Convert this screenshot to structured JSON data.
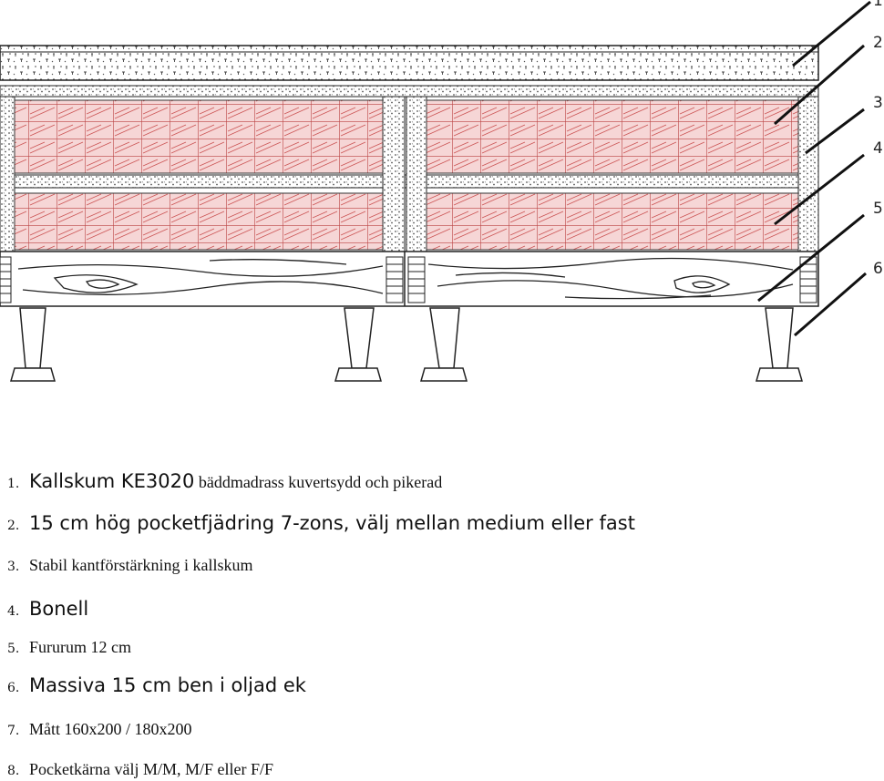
{
  "callouts": [
    "1",
    "2",
    "3",
    "4",
    "5",
    "6"
  ],
  "legend": [
    {
      "num": "1.",
      "lead": "Kallskum KE3020",
      "rest": " bäddmadrass kuvertsydd och pikerad"
    },
    {
      "num": "2.",
      "text": "15 cm hög pocketfjädring 7-zons, välj mellan medium eller fast"
    },
    {
      "num": "3.",
      "text": "Stabil kantförstärkning i kallskum"
    },
    {
      "num": "4.",
      "text": "Bonell"
    },
    {
      "num": "5.",
      "text": "Fururum 12 cm"
    },
    {
      "num": "6.",
      "text": "Massiva 15 cm ben i oljad ek"
    },
    {
      "num": "7.",
      "text": "Mått 160x200 / 180x200"
    },
    {
      "num": "8.",
      "text": "Pocketkärna välj M/M, M/F eller F/F"
    }
  ]
}
